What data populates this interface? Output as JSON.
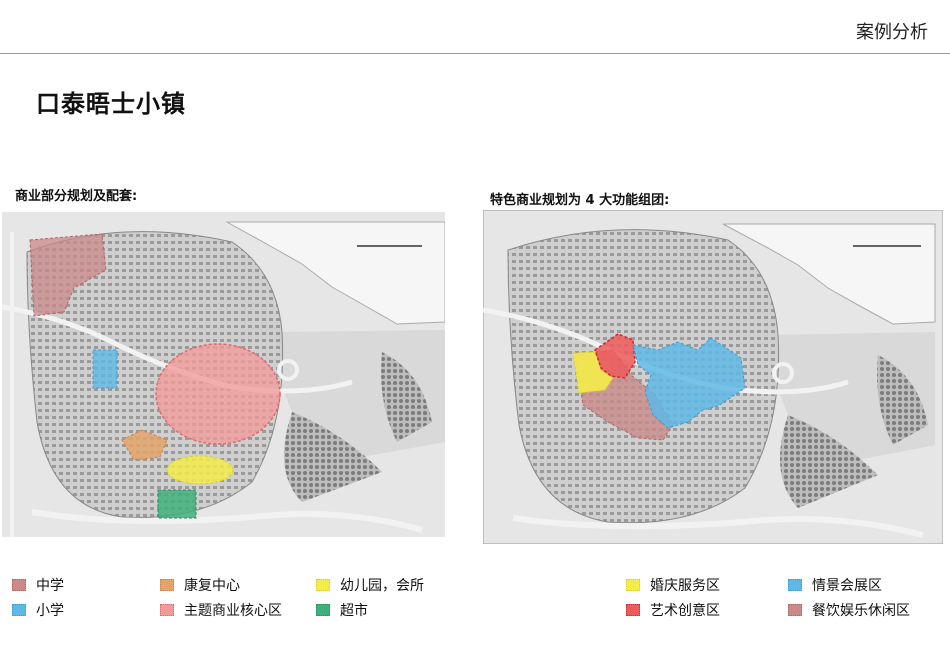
{
  "header": {
    "section": "案例分析"
  },
  "title": "口泰晤士小镇",
  "left_map": {
    "caption": "商业部分规划及配套:"
  },
  "right_map": {
    "caption": "特色商业规划为 4 大功能组团:"
  },
  "legend_left": [
    {
      "label": "中学",
      "fill": "#c98a8a",
      "border": "#b06666"
    },
    {
      "label": "康复中心",
      "fill": "#e3a36a",
      "border": "#c98548"
    },
    {
      "label": "幼儿园，会所",
      "fill": "#f4ec4a",
      "border": "#d8cf2c"
    },
    {
      "label": "小学",
      "fill": "#5fb8e6",
      "border": "#3e9cd0"
    },
    {
      "label": "主题商业核心区",
      "fill": "#f29a9a",
      "border": "#e06a6a"
    },
    {
      "label": "超市",
      "fill": "#3fb07a",
      "border": "#2a9060"
    }
  ],
  "legend_right": [
    {
      "label": "婚庆服务区",
      "fill": "#f4ec4a",
      "border": "#d8cf2c"
    },
    {
      "label": "情景会展区",
      "fill": "#5fb8e6",
      "border": "#3e9cd0"
    },
    {
      "label": "艺术创意区",
      "fill": "#ee5a5a",
      "border": "#d02a2a"
    },
    {
      "label": "餐饮娱乐休闲区",
      "fill": "#c98a8a",
      "border": "#b06666"
    }
  ]
}
